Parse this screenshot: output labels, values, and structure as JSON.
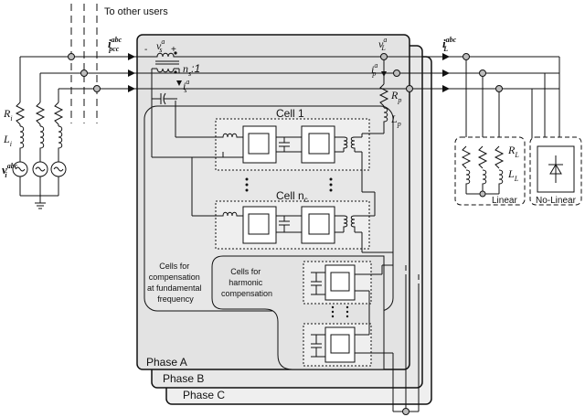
{
  "labels": {
    "other_users": "To other users",
    "i_pcc": "i",
    "i_pcc_sup": "abc",
    "i_pcc_sub": "pcc",
    "v_s": "v",
    "v_s_sup": "a",
    "v_s_sub": "s",
    "turns": "n",
    "turns_sub": "s",
    "turns_ratio": ":1",
    "i_s": "i",
    "i_s_sup": "a",
    "i_s_sub": "s",
    "v_L": "v",
    "v_L_sup": "a",
    "v_L_sub": "L",
    "i_L": "i",
    "i_L_sup": "abc",
    "i_L_sub": "L",
    "i_p": "i",
    "i_p_sup": "a",
    "i_p_sub": "p",
    "R_p": "R",
    "R_p_sub": "p",
    "L_p": "L",
    "L_p_sub": "p",
    "R_i": "R",
    "R_i_sub": "i",
    "L_i": "L",
    "L_i_sub": "i",
    "v_i": "v",
    "v_i_sup": "abc",
    "v_i_sub": "i",
    "R_L": "R",
    "R_L_sub": "L",
    "L_L": "L",
    "L_L_sub": "L",
    "cell_1": "Cell 1",
    "cell_nc": "Cell n",
    "cell_nc_sub": "c",
    "cells_fund_1": "Cells for",
    "cells_fund_2": "compensation",
    "cells_fund_3": "at fundamental",
    "cells_fund_4": "frequency",
    "cells_harm_1": "Cells for",
    "cells_harm_2": "harmonic",
    "cells_harm_3": "compensation",
    "phase_a": "Phase A",
    "phase_b": "Phase B",
    "phase_c": "Phase C",
    "load_linear": "Linear",
    "load_nonlinear": "No-Linear",
    "polarity_minus": "-",
    "polarity_plus": "+"
  }
}
